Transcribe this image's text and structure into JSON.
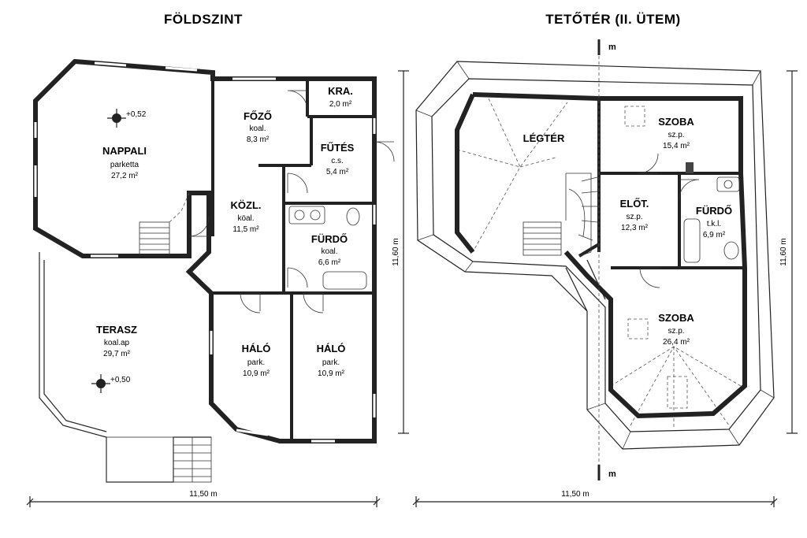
{
  "plans": [
    {
      "title": "FÖLDSZINT",
      "width_dim": "11,50 m",
      "rooms": [
        {
          "name": "NAPPALI",
          "floor": "parketta",
          "area": "27,2 m²"
        },
        {
          "name": "FŐZŐ",
          "floor": "koal.",
          "area": "8,3 m²"
        },
        {
          "name": "KRA.",
          "floor": "",
          "area": "2,0 m²"
        },
        {
          "name": "FŰTÉS",
          "floor": "c.s.",
          "area": "5,4 m²"
        },
        {
          "name": "KÖZL.",
          "floor": "köal.",
          "area": "11,5 m²"
        },
        {
          "name": "FÜRDŐ",
          "floor": "koal.",
          "area": "6,6 m²"
        },
        {
          "name": "TERASZ",
          "floor": "koal.ap",
          "area": "29,7 m²"
        },
        {
          "name": "HÁLÓ",
          "floor": "park.",
          "area": "10,9 m²"
        },
        {
          "name": "HÁLÓ",
          "floor": "park.",
          "area": "10,9 m²"
        }
      ],
      "levels": [
        "+0,52",
        "+0,50"
      ]
    },
    {
      "title": "TETŐTÉR (II. ÜTEM)",
      "width_dim": "11,50 m",
      "height_dim": "11,60 m",
      "rooms": [
        {
          "name": "LÉGTÉR",
          "floor": "",
          "area": ""
        },
        {
          "name": "SZOBA",
          "floor": "sz.p.",
          "area": "15,4 m²"
        },
        {
          "name": "ELŐT.",
          "floor": "sz.p.",
          "area": "12,3 m²"
        },
        {
          "name": "FÜRDŐ",
          "floor": "t.k.l.",
          "area": "6,9 m²"
        },
        {
          "name": "SZOBA",
          "floor": "sz.p.",
          "area": "26,4 m²"
        }
      ],
      "section_mark": "m"
    }
  ],
  "ground_height_dim": "11,60 m"
}
